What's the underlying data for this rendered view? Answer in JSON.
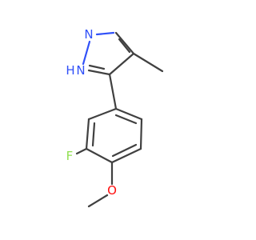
{
  "molecule": {
    "atoms": {
      "n1": "N",
      "nh": "H",
      "n2": "N",
      "f": "F",
      "o": "O"
    },
    "colors": {
      "bond": "#404040",
      "nitrogen": "#3050f8",
      "fluorine": "#90e050",
      "oxygen": "#ff0d0d",
      "background": "#ffffff"
    }
  }
}
